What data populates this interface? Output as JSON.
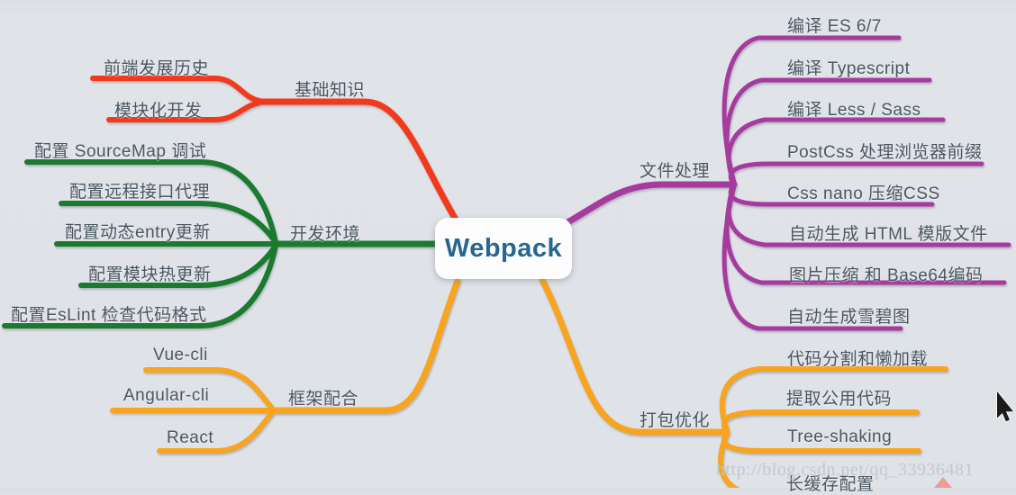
{
  "app": {
    "type": "mindmap-screenshot",
    "background_color": "#e0e3e8",
    "text_color": "#4a5662"
  },
  "center": {
    "label": "Webpack",
    "text_color": "#26678f",
    "box_color": "#fdfdfe"
  },
  "branches": [
    {
      "label": "基础知识",
      "color": "#f2391c",
      "children": [
        {
          "label": "前端发展历史"
        },
        {
          "label": "模块化开发"
        }
      ]
    },
    {
      "label": "开发环境",
      "color": "#1a7a2e",
      "children": [
        {
          "label": "配置 SourceMap 调试"
        },
        {
          "label": "配置远程接口代理"
        },
        {
          "label": "配置动态entry更新"
        },
        {
          "label": "配置模块热更新"
        },
        {
          "label": "配置EsLint 检查代码格式"
        }
      ]
    },
    {
      "label": "框架配合",
      "color": "#f8a41e",
      "children": [
        {
          "label": "Vue-cli"
        },
        {
          "label": "Angular-cli"
        },
        {
          "label": "React"
        }
      ]
    },
    {
      "label": "文件处理",
      "color": "#a63a9f",
      "children": [
        {
          "label": "编译 ES 6/7"
        },
        {
          "label": "编译 Typescript"
        },
        {
          "label": "编译 Less / Sass"
        },
        {
          "label": "PostCss 处理浏览器前缀"
        },
        {
          "label": "Css nano 压缩CSS"
        },
        {
          "label": "自动生成 HTML 模版文件"
        },
        {
          "label": "图片压缩 和 Base64编码"
        },
        {
          "label": "自动生成雪碧图"
        }
      ]
    },
    {
      "label": "打包优化",
      "color": "#f8a41e",
      "children": [
        {
          "label": "代码分割和懒加载"
        },
        {
          "label": "提取公用代码"
        },
        {
          "label": "Tree-shaking"
        },
        {
          "label": "长缓存配置"
        }
      ]
    }
  ],
  "watermark": {
    "text": "http://blog.csdn.net/qq_33936481"
  },
  "cursor": {
    "style": "arrow-pointer",
    "fill": "#1b1b1b",
    "outline": "#f6f6f6"
  },
  "annotation": {
    "red_arrow_tip_color": "#ec9183"
  }
}
